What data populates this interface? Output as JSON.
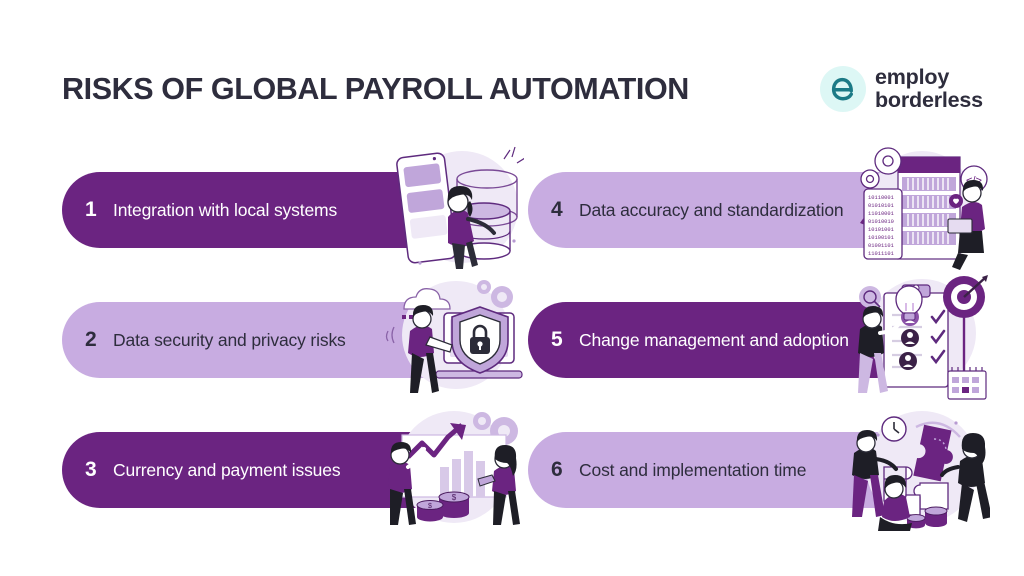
{
  "header": {
    "title": "RISKS OF GLOBAL PAYROLL AUTOMATION",
    "logo": {
      "mark_icon": "letter-e-icon",
      "line1": "employ",
      "line2": "borderless",
      "mark_color": "#1c7a86",
      "mark_bg": "#ddf7f5"
    }
  },
  "theme": {
    "dark_purple": "#6b2481",
    "light_lavender": "#c8ace1",
    "text_dark": "#2e2d3d",
    "text_light": "#ffffff",
    "background": "#ffffff"
  },
  "items": [
    {
      "number": "1",
      "label": "Integration with local systems",
      "style": "dark",
      "column": "left",
      "row": 1,
      "illustration": "database-servers-woman-illustration"
    },
    {
      "number": "2",
      "label": "Data security and privacy risks",
      "style": "light",
      "column": "left",
      "row": 2,
      "illustration": "shield-padlock-laptop-illustration"
    },
    {
      "number": "3",
      "label": "Currency and payment issues",
      "style": "dark",
      "column": "left",
      "row": 3,
      "illustration": "growth-chart-coins-illustration"
    },
    {
      "number": "4",
      "label": "Data accuracy and standardization",
      "style": "light",
      "column": "right",
      "row": 1,
      "illustration": "server-rack-binary-code-illustration"
    },
    {
      "number": "5",
      "label": "Change management and adoption",
      "style": "dark",
      "column": "right",
      "row": 2,
      "illustration": "checklist-target-lightbulb-illustration"
    },
    {
      "number": "6",
      "label": "Cost and implementation time",
      "style": "light",
      "column": "right",
      "row": 3,
      "illustration": "puzzle-pieces-teamwork-illustration"
    }
  ]
}
